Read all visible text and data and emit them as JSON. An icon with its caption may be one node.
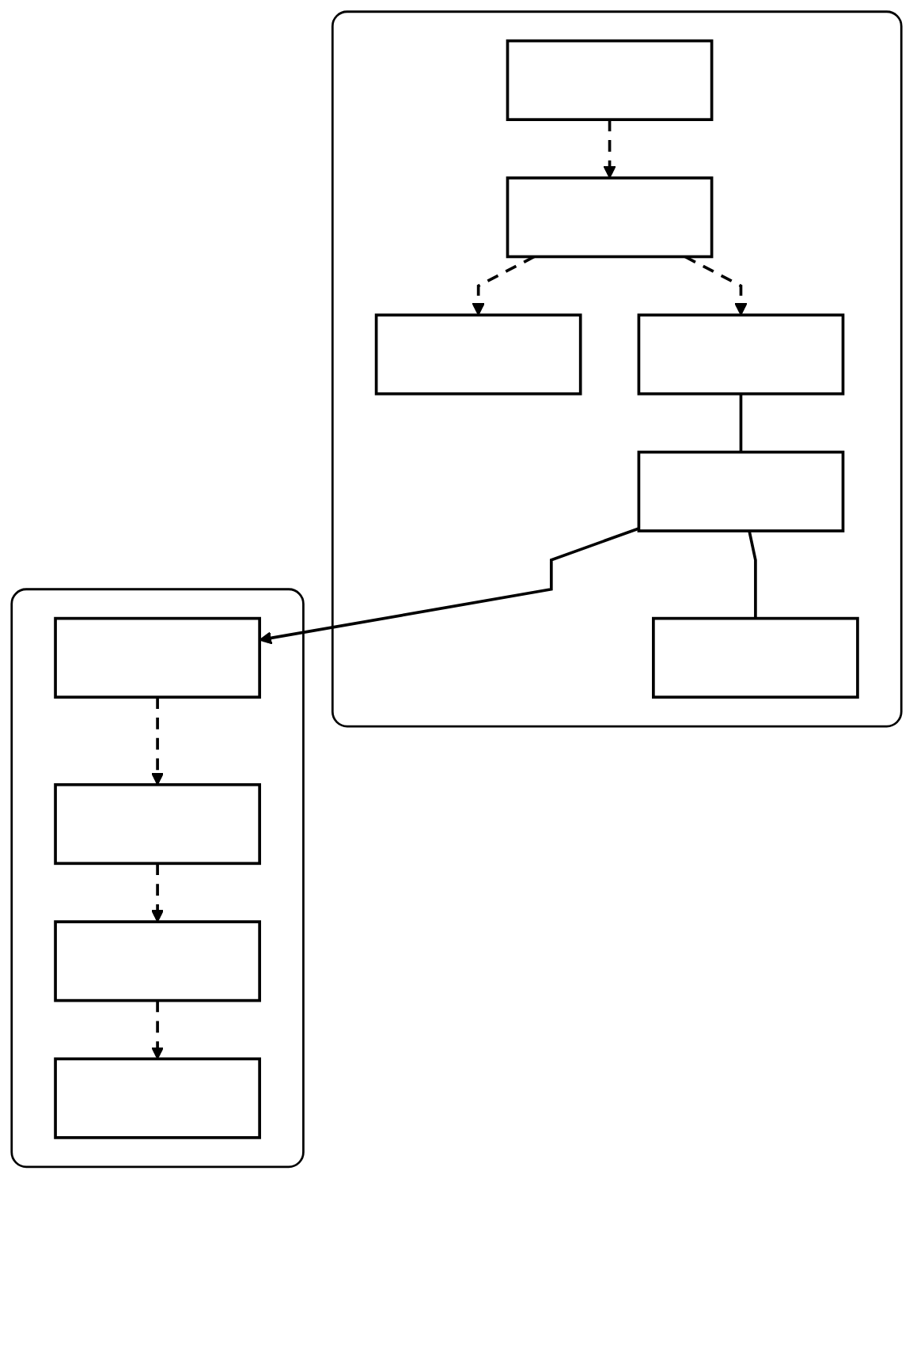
{
  "diagram": {
    "nodes": [
      {
        "text": [],
        "shape": "box"
      },
      {
        "text": [],
        "shape": "box",
        "in": 0
      },
      {
        "text": [],
        "shape": "box",
        "in": 0
      },
      {
        "text": [],
        "shape": "box",
        "in": 0
      },
      {
        "text": [],
        "shape": "box",
        "in": 0
      },
      {
        "text": [],
        "shape": "box",
        "in": 0
      },
      {
        "text": [],
        "shape": "box",
        "in": 0
      },
      {
        "text": [],
        "shape": "box"
      },
      {
        "text": [],
        "shape": "box",
        "in": 7
      },
      {
        "text": [],
        "shape": "box",
        "in": 7
      },
      {
        "text": [],
        "shape": "box",
        "in": 7
      },
      {
        "text": [],
        "shape": "box",
        "in": 7
      }
    ],
    "edges": [
      {
        "from": 1,
        "to": 2,
        "arrow": "to",
        "style": "dashed"
      },
      {
        "from": 2,
        "to": 3,
        "arrow": "to",
        "style": "dashed"
      },
      {
        "from": 2,
        "to": 4,
        "arrow": "to",
        "style": "dashed"
      },
      {
        "from": 4,
        "to": 5,
        "arrow": "none"
      },
      {
        "from": 5,
        "to": 6,
        "arrow": "none"
      },
      {
        "from": 5,
        "to": 8,
        "arrow": "to"
      },
      {
        "from": 8,
        "to": 9,
        "arrow": "to",
        "style": "dashed"
      },
      {
        "from": 9,
        "to": 10,
        "arrow": "to",
        "style": "dashed"
      },
      {
        "from": 10,
        "to": 11,
        "arrow": "to",
        "style": "dashed"
      }
    ]
  }
}
